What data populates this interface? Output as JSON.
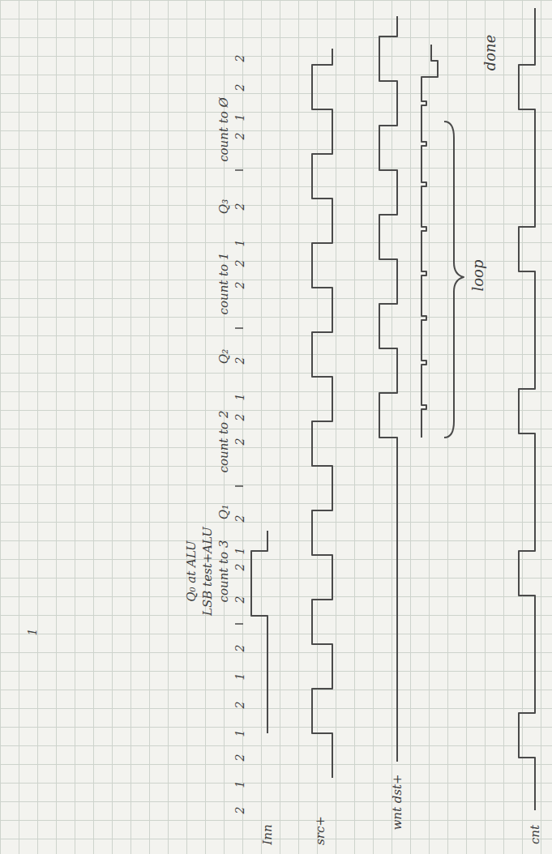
{
  "diagram": {
    "labels": [
      "Q₀ at ALU",
      "LSB test+ALU",
      "count to 3",
      "Q₁",
      "count to 2",
      "Q₂",
      "count to 1",
      "Q₃",
      "count to Ø",
      "loop",
      "done",
      "Inn",
      "src+",
      "wnt dst+",
      "cnt",
      "2",
      "2",
      "1",
      "2",
      "2",
      "1",
      "2",
      "2",
      "2",
      "1",
      "2",
      "2",
      "2",
      "1",
      "2",
      "2",
      "2",
      "1",
      "2",
      "1",
      "2",
      "1",
      "2",
      "1"
    ]
  }
}
